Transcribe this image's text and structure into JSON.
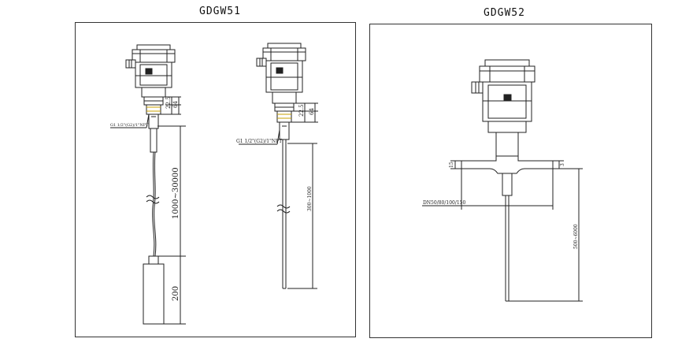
{
  "panels": [
    {
      "title": "GDGW51"
    },
    {
      "title": "GDGW52"
    }
  ],
  "gdgw51": {
    "cable_model": {
      "thread": "G1 1/2\"(G2)/1\"NPT",
      "dims": [
        "22.5",
        "64"
      ],
      "cable_length": "1000~30000",
      "weight_length": "200"
    },
    "rod_model": {
      "thread": "G1 1/2\"(G2)/1\"NPT",
      "dims": [
        "22.5",
        "64"
      ],
      "rod_length": "300~1000"
    }
  },
  "gdgw52": {
    "flange_thickness": "15",
    "flange_offset": "3",
    "flange_sizes": "DN50/80/100/150",
    "rod_length": "500~6000"
  }
}
